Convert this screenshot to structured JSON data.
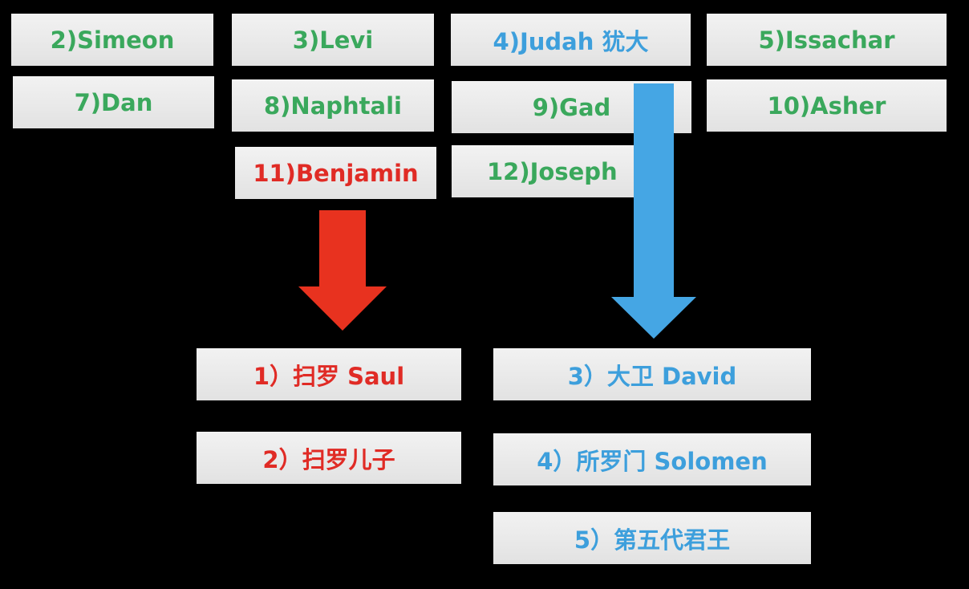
{
  "tribes": {
    "simeon": "2)Simeon",
    "levi": "3)Levi",
    "judah": "4)Judah 犹大",
    "issachar": "5)Issachar",
    "dan": "7)Dan",
    "naphtali": "8)Naphtali",
    "gad": "9)Gad",
    "asher": "10)Asher",
    "benjamin": "11)Benjamin",
    "joseph": "12)Joseph"
  },
  "kings_benjamin": {
    "saul": "1）扫罗 Saul",
    "saul_son": "2）扫罗儿子"
  },
  "kings_judah": {
    "david": "3）大卫 David",
    "solomon": "4）所罗门 Solomen",
    "fifth": "5）第五代君王"
  },
  "colors": {
    "green": "#3aa85c",
    "red": "#e02b25",
    "blue": "#3d9fdc",
    "arrow_red": "#e8321f",
    "arrow_blue": "#45a6e4",
    "box": "#eaeaea",
    "background": "#000000"
  }
}
